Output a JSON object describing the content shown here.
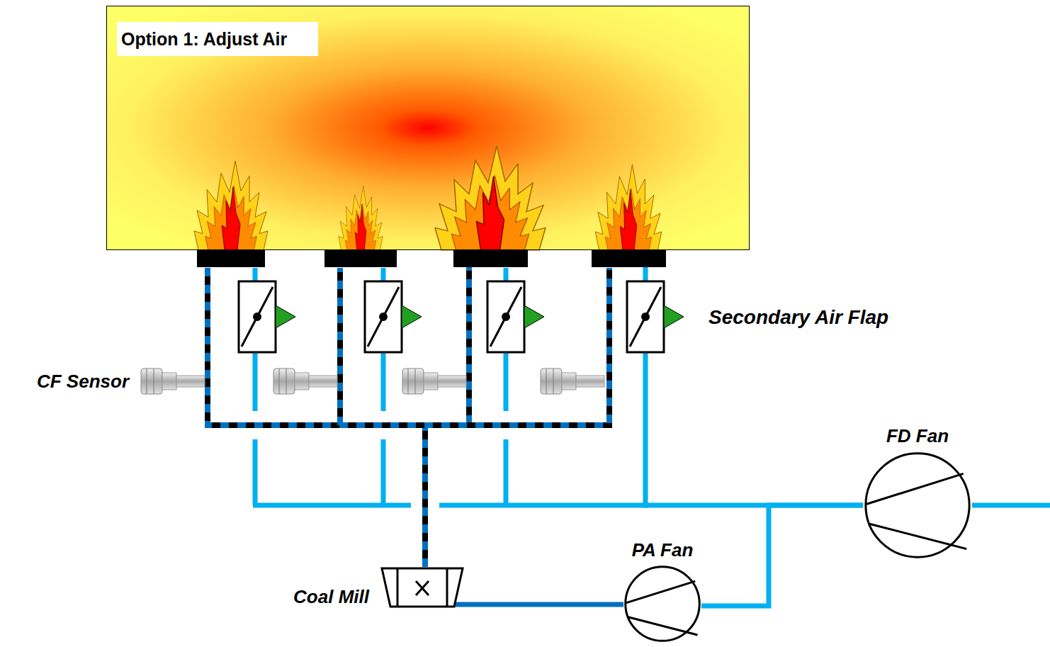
{
  "diagram": {
    "nodes": [
      {
        "text": [
          "Option 1: Adjust Air"
        ]
      },
      {
        "text": [
          "Coal Mill"
        ]
      },
      {
        "text": [
          "PA Fan"
        ]
      },
      {
        "text": [
          "FD Fan"
        ]
      }
    ],
    "edges": [
      {
        "from": 3,
        "to": 2,
        "arrow": "none"
      },
      {
        "from": 2,
        "to": 1,
        "arrow": "none"
      },
      {
        "from": 1,
        "to": 0,
        "arrow": "none"
      },
      {
        "from": 3,
        "to": 0,
        "arrow": "none"
      }
    ],
    "labels": [
      "Secondary Air Flap",
      "CF Sensor"
    ]
  }
}
